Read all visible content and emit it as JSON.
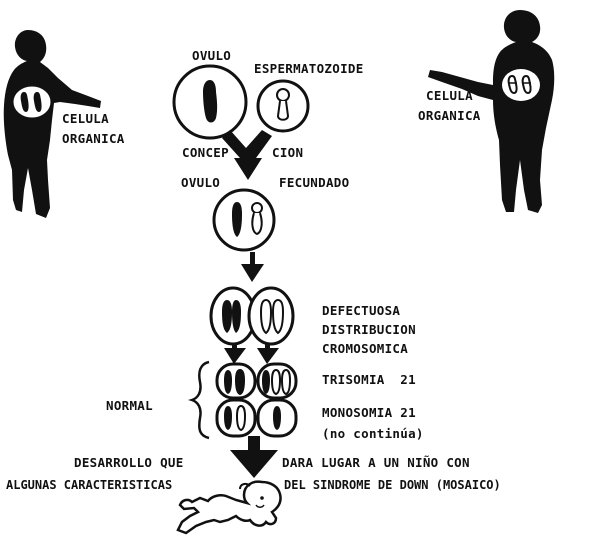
{
  "labels": {
    "ovulo": "OVULO",
    "espermatozoide": "ESPERMATOZOIDE",
    "celula_left_1": "CELULA",
    "celula_left_2": "ORGANICA",
    "celula_right_1": "CELULA",
    "celula_right_2": "ORGANICA",
    "concep": "CONCEP",
    "cion": "CION",
    "ovulo_fecundado_1": "OVULO",
    "ovulo_fecundado_2": "FECUNDADO",
    "defectuosa": "DEFECTUOSA",
    "distribucion": "DISTRIBUCION",
    "cromosomica": "CROMOSOMICA",
    "trisomia": "TRISOMIA  21",
    "normal": "NORMAL",
    "monosomia": "MONOSOMIA 21",
    "no_continua": "(no continúa)",
    "desarrollo": "DESARROLLO QUE",
    "dara_lugar": "DARA LUGAR A UN NIÑO CON",
    "algunas": "ALGUNAS CARACTERISTICAS",
    "sindrome": "DEL SINDROME DE DOWN (MOSAICO)"
  },
  "colors": {
    "ink": "#111111",
    "background": "#ffffff"
  }
}
